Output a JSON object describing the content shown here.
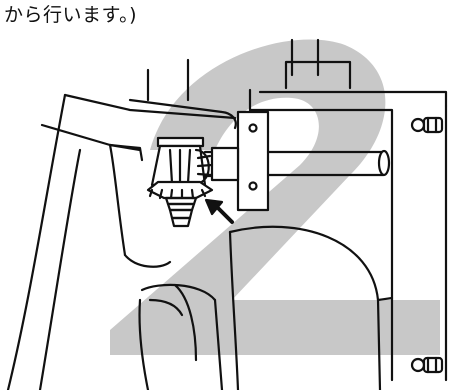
{
  "caption": "から行います。)",
  "colors": {
    "background": "#ffffff",
    "line": "#111111",
    "watermark": "#c8c8c8"
  },
  "icons": [
    "watermark-2",
    "bevel-gear",
    "pointer-arrow",
    "mounting-bolt"
  ]
}
